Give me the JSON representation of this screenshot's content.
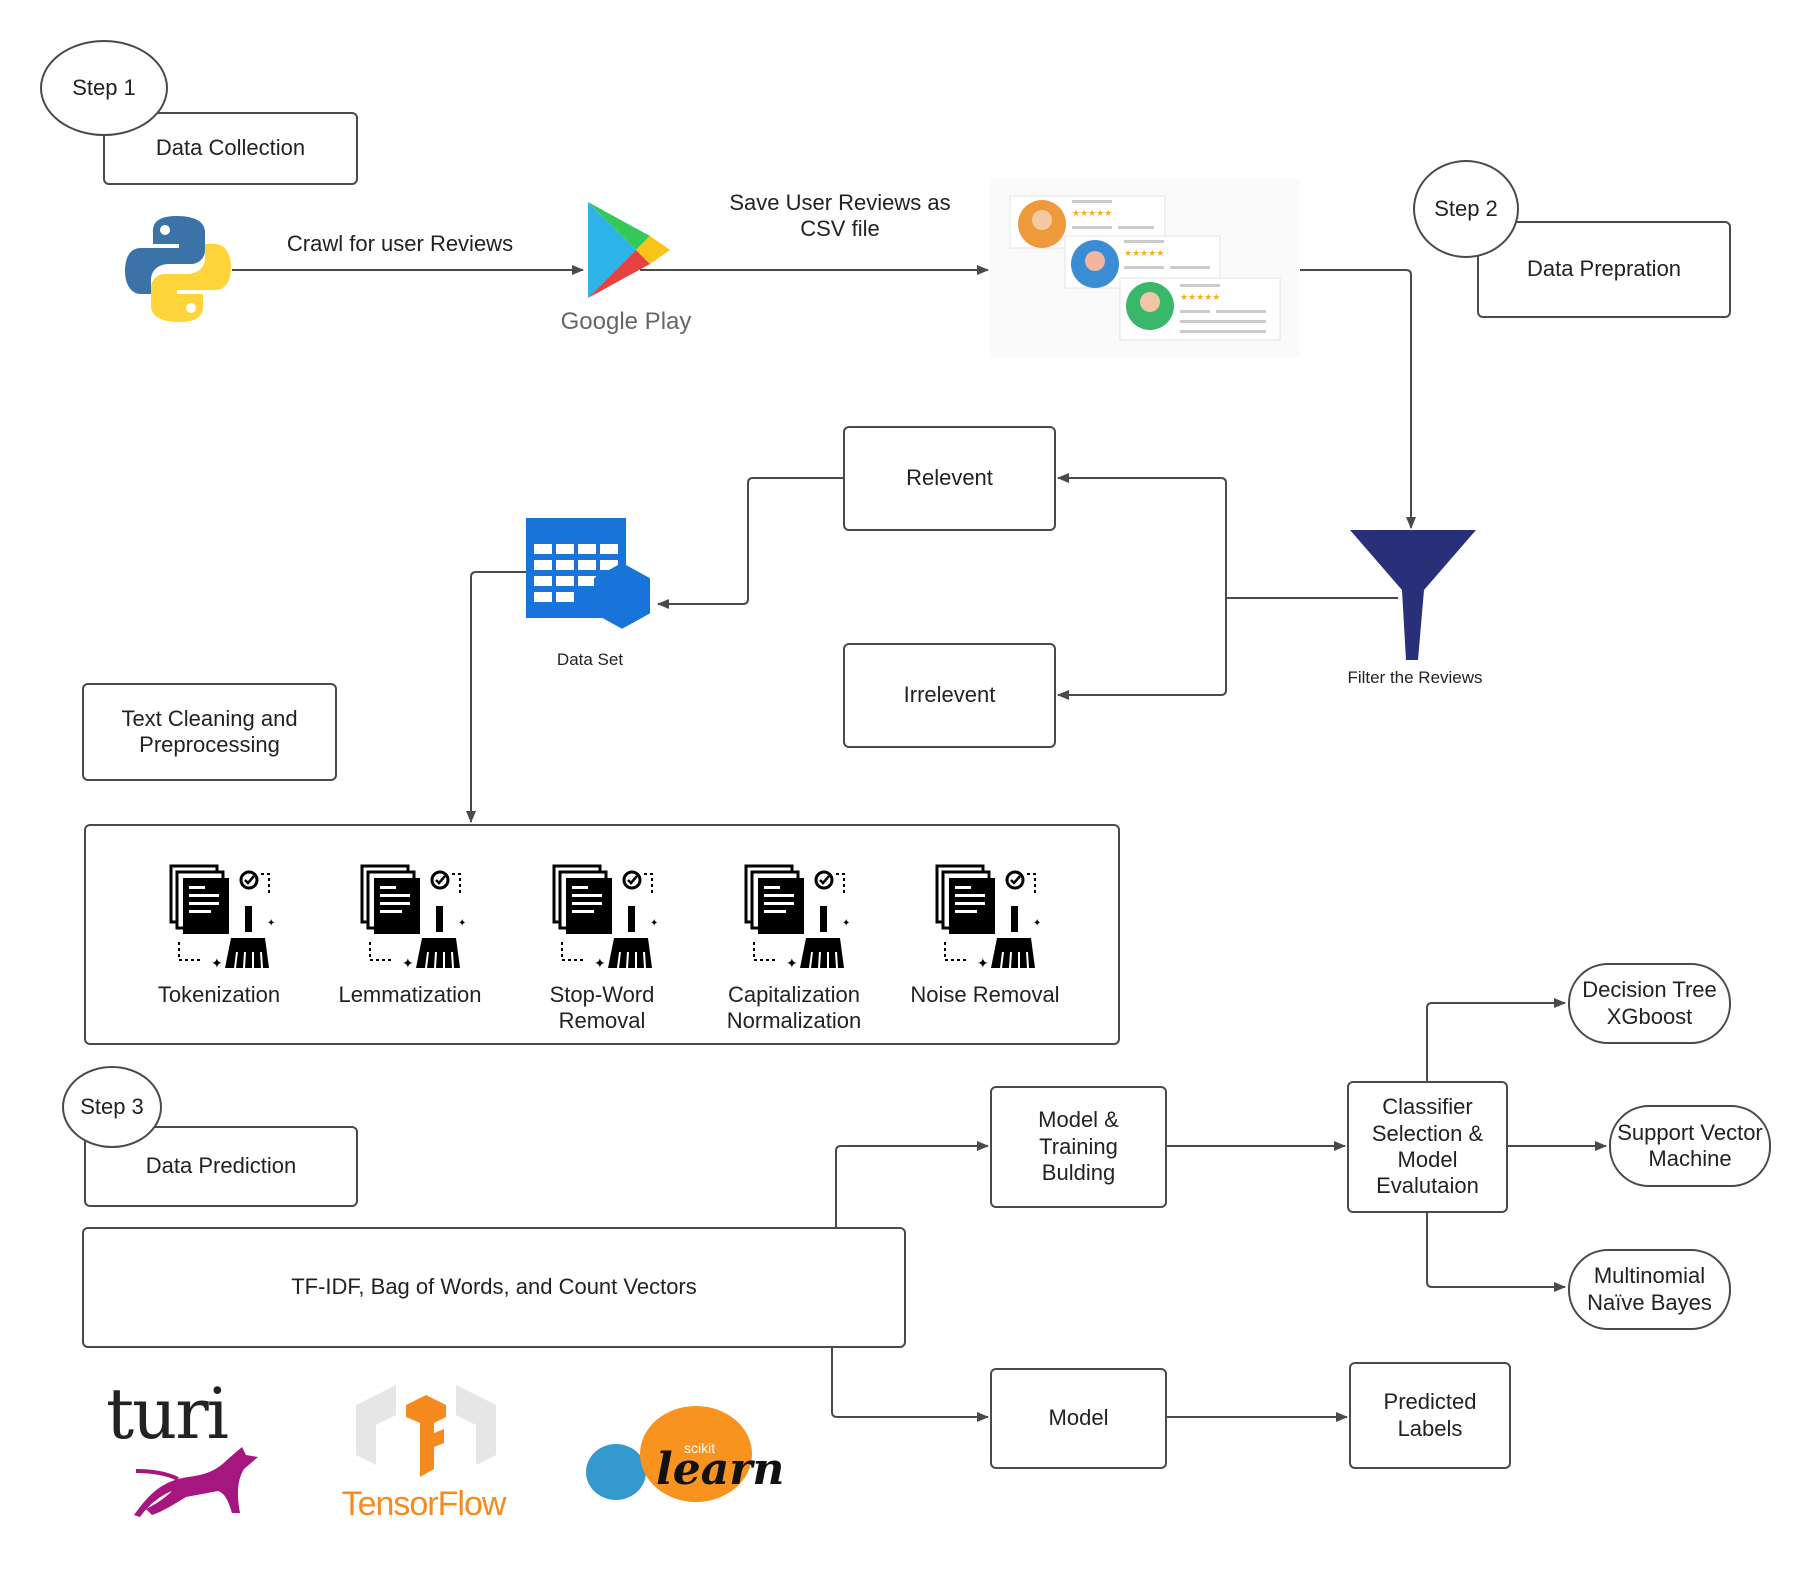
{
  "steps": {
    "step1": {
      "circle": "Step 1",
      "title": "Data Collection"
    },
    "step2": {
      "circle": "Step 2",
      "title": "Data Prepration"
    },
    "step3": {
      "circle": "Step 3",
      "title": "Data Prediction"
    }
  },
  "collection": {
    "crawl_label": "Crawl for user Reviews",
    "save_label": "Save User Reviews as\nCSV file",
    "google_play_label": "Google Play"
  },
  "preparation": {
    "relevant": "Relevent",
    "irrelevant": "Irrelevent",
    "filter_label": "Filter the Reviews",
    "dataset_label": "Data Set",
    "cleaning_title": "Text Cleaning and\nPreprocessing",
    "steps": [
      "Tokenization",
      "Lemmatization",
      "Stop-Word\nRemoval",
      "Capitalization\nNormalization",
      "Noise Removal"
    ]
  },
  "prediction": {
    "vectors": "TF-IDF, Bag of Words, and Count Vectors",
    "model_training": "Model &\nTraining\nBulding",
    "classifier": "Classifier\nSelection &\nModel\nEvalutaion",
    "model": "Model",
    "predicted": "Predicted\nLabels",
    "classifiers": [
      "Decision Tree\nXGboost",
      "Support Vector\nMachine",
      "Multinomial\nNaïve Bayes"
    ]
  },
  "logos": {
    "turi": "turi",
    "tensorflow": "TensorFlow",
    "scikit_small": "scikit",
    "scikit_learn": "learn"
  },
  "colors": {
    "line": "#4a4a4a",
    "funnel": "#2a2f7a",
    "dataset_blue": "#1874d9",
    "turi_magenta": "#a5167f",
    "tf_orange": "#f58b1f",
    "sk_orange": "#f7931e",
    "sk_blue": "#3499cd"
  }
}
